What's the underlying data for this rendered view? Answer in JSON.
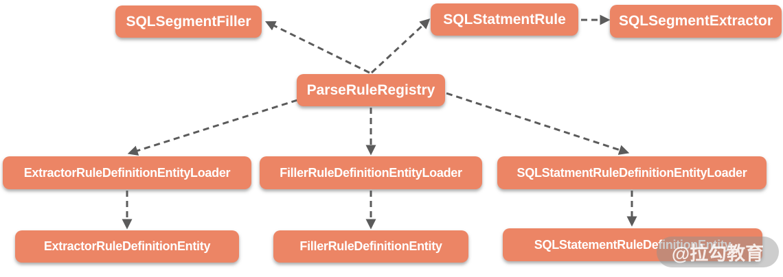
{
  "colors": {
    "node_fill": "#EC8565",
    "node_text": "#FFFFFF",
    "arrow": "#5B5B5B",
    "background": "#FFFFFF",
    "watermark_pill": "#919191",
    "watermark_text": "#FFFFFF"
  },
  "nodes": [
    {
      "id": "sql-segment-filler",
      "label": "SQLSegmentFiller"
    },
    {
      "id": "sql-statment-rule",
      "label": "SQLStatmentRule"
    },
    {
      "id": "sql-segment-extractor",
      "label": "SQLSegmentExtractor"
    },
    {
      "id": "parse-rule-registry",
      "label": "ParseRuleRegistry"
    },
    {
      "id": "extractor-rule-definition-entity-loader",
      "label": "ExtractorRuleDefinitionEntityLoader"
    },
    {
      "id": "filler-rule-definition-entity-loader",
      "label": "FillerRuleDefinitionEntityLoader"
    },
    {
      "id": "sql-statment-rule-definition-entity-loader",
      "label": "SQLStatmentRuleDefinitionEntityLoader"
    },
    {
      "id": "extractor-rule-definition-entity",
      "label": "ExtractorRuleDefinitionEntity"
    },
    {
      "id": "filler-rule-definition-entity",
      "label": "FillerRuleDefinitionEntity"
    },
    {
      "id": "sql-statement-rule-definition-entity",
      "label": "SQLStatementRuleDefinitionEntity"
    }
  ],
  "edges": [
    {
      "from": "parse-rule-registry",
      "to": "sql-segment-filler",
      "style": "dashed-arrow"
    },
    {
      "from": "parse-rule-registry",
      "to": "sql-statment-rule",
      "style": "dashed-arrow"
    },
    {
      "from": "sql-statment-rule",
      "to": "sql-segment-extractor",
      "style": "dashed-arrow"
    },
    {
      "from": "parse-rule-registry",
      "to": "extractor-rule-definition-entity-loader",
      "style": "dashed-arrow"
    },
    {
      "from": "parse-rule-registry",
      "to": "filler-rule-definition-entity-loader",
      "style": "dashed-arrow"
    },
    {
      "from": "parse-rule-registry",
      "to": "sql-statment-rule-definition-entity-loader",
      "style": "dashed-arrow"
    },
    {
      "from": "extractor-rule-definition-entity-loader",
      "to": "extractor-rule-definition-entity",
      "style": "dashed-arrow"
    },
    {
      "from": "filler-rule-definition-entity-loader",
      "to": "filler-rule-definition-entity",
      "style": "dashed-arrow"
    },
    {
      "from": "sql-statment-rule-definition-entity-loader",
      "to": "sql-statement-rule-definition-entity",
      "style": "dashed-arrow"
    }
  ],
  "watermark": {
    "text": "@拉勾教育"
  }
}
